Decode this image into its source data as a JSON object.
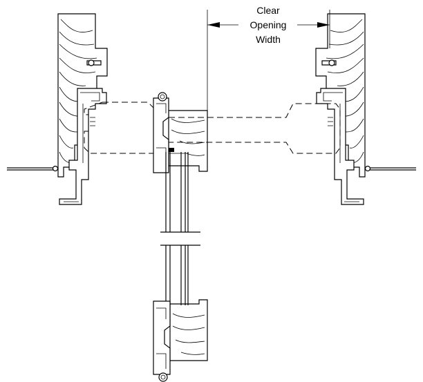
{
  "diagram": {
    "dimension_label": {
      "line1": "Clear",
      "line2": "Opening",
      "line3": "Width"
    }
  }
}
